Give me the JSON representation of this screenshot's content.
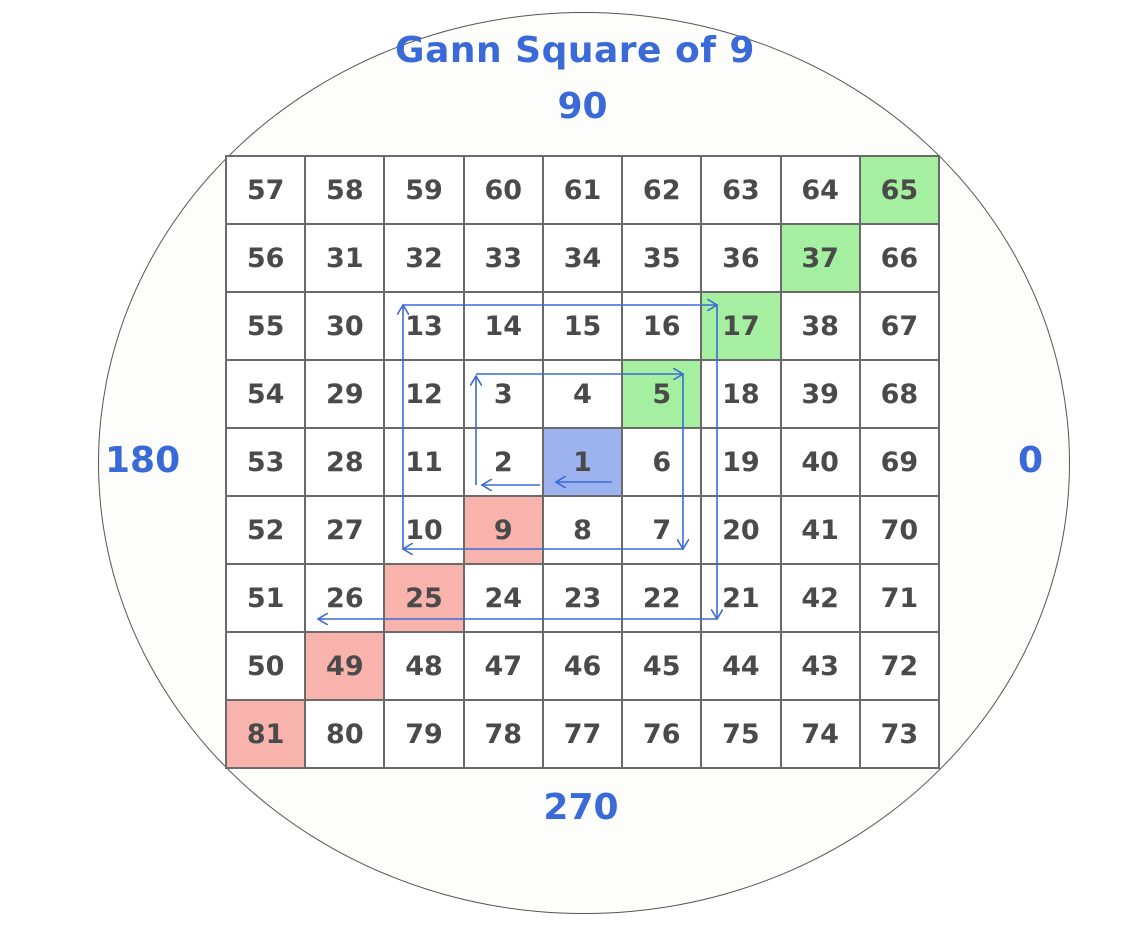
{
  "title": "Gann Square of 9",
  "angles": {
    "top": "90",
    "left": "180",
    "right": "0",
    "bottom": "270"
  },
  "grid": {
    "rows": [
      [
        "57",
        "58",
        "59",
        "60",
        "61",
        "62",
        "63",
        "64",
        "65"
      ],
      [
        "56",
        "31",
        "32",
        "33",
        "34",
        "35",
        "36",
        "37",
        "66"
      ],
      [
        "55",
        "30",
        "13",
        "14",
        "15",
        "16",
        "17",
        "38",
        "67"
      ],
      [
        "54",
        "29",
        "12",
        "3",
        "4",
        "5",
        "18",
        "39",
        "68"
      ],
      [
        "53",
        "28",
        "11",
        "2",
        "1",
        "6",
        "19",
        "40",
        "69"
      ],
      [
        "52",
        "27",
        "10",
        "9",
        "8",
        "7",
        "20",
        "41",
        "70"
      ],
      [
        "51",
        "26",
        "25",
        "24",
        "23",
        "22",
        "21",
        "42",
        "71"
      ],
      [
        "50",
        "49",
        "48",
        "47",
        "46",
        "45",
        "44",
        "43",
        "72"
      ],
      [
        "81",
        "80",
        "79",
        "78",
        "77",
        "76",
        "75",
        "74",
        "73"
      ]
    ],
    "highlights": {
      "green": [
        "5",
        "17",
        "37",
        "65"
      ],
      "red": [
        "9",
        "25",
        "49",
        "81"
      ],
      "blue": [
        "1"
      ]
    }
  },
  "colors": {
    "text_accent": "#3a6ad8",
    "green": "#a4f0a0",
    "red": "#f7b3ac",
    "blue": "#9db3ef",
    "spiral_line": "#3a6ad8"
  }
}
